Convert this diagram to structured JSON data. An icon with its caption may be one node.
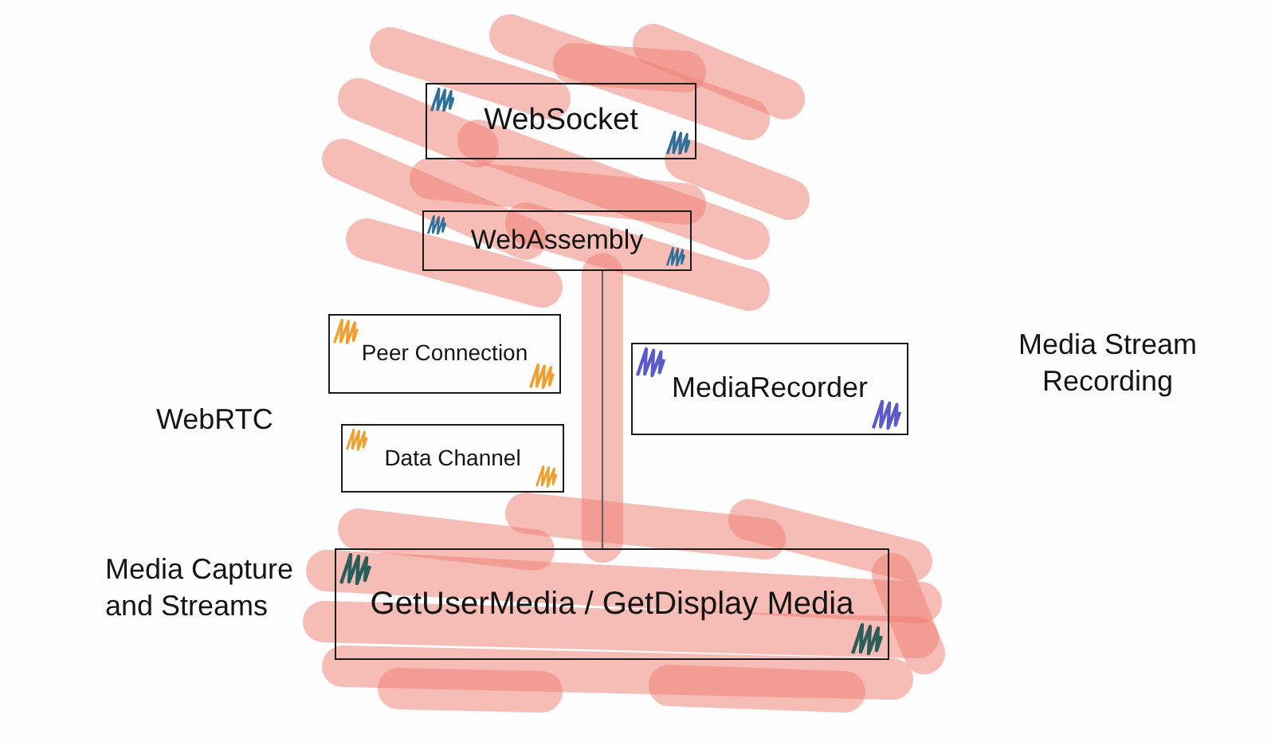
{
  "diagram": {
    "nodes": [
      {
        "text": [
          "WebSocket"
        ]
      },
      {
        "text": [
          "WebAssembly"
        ]
      },
      {
        "text": [
          "Peer Connection"
        ]
      },
      {
        "text": [
          "Data Channel"
        ]
      },
      {
        "text": [
          "MediaRecorder"
        ],
        "beside": [
          "Media Stream Recording"
        ]
      },
      {
        "text": [
          "GetUserMedia / GetDisplay Media"
        ],
        "beside": [
          "Media Capture and Streams"
        ]
      }
    ],
    "edges": [
      {
        "from": 1,
        "to": 5,
        "arrow": "none"
      }
    ],
    "labels": [
      "WebRTC"
    ]
  }
}
